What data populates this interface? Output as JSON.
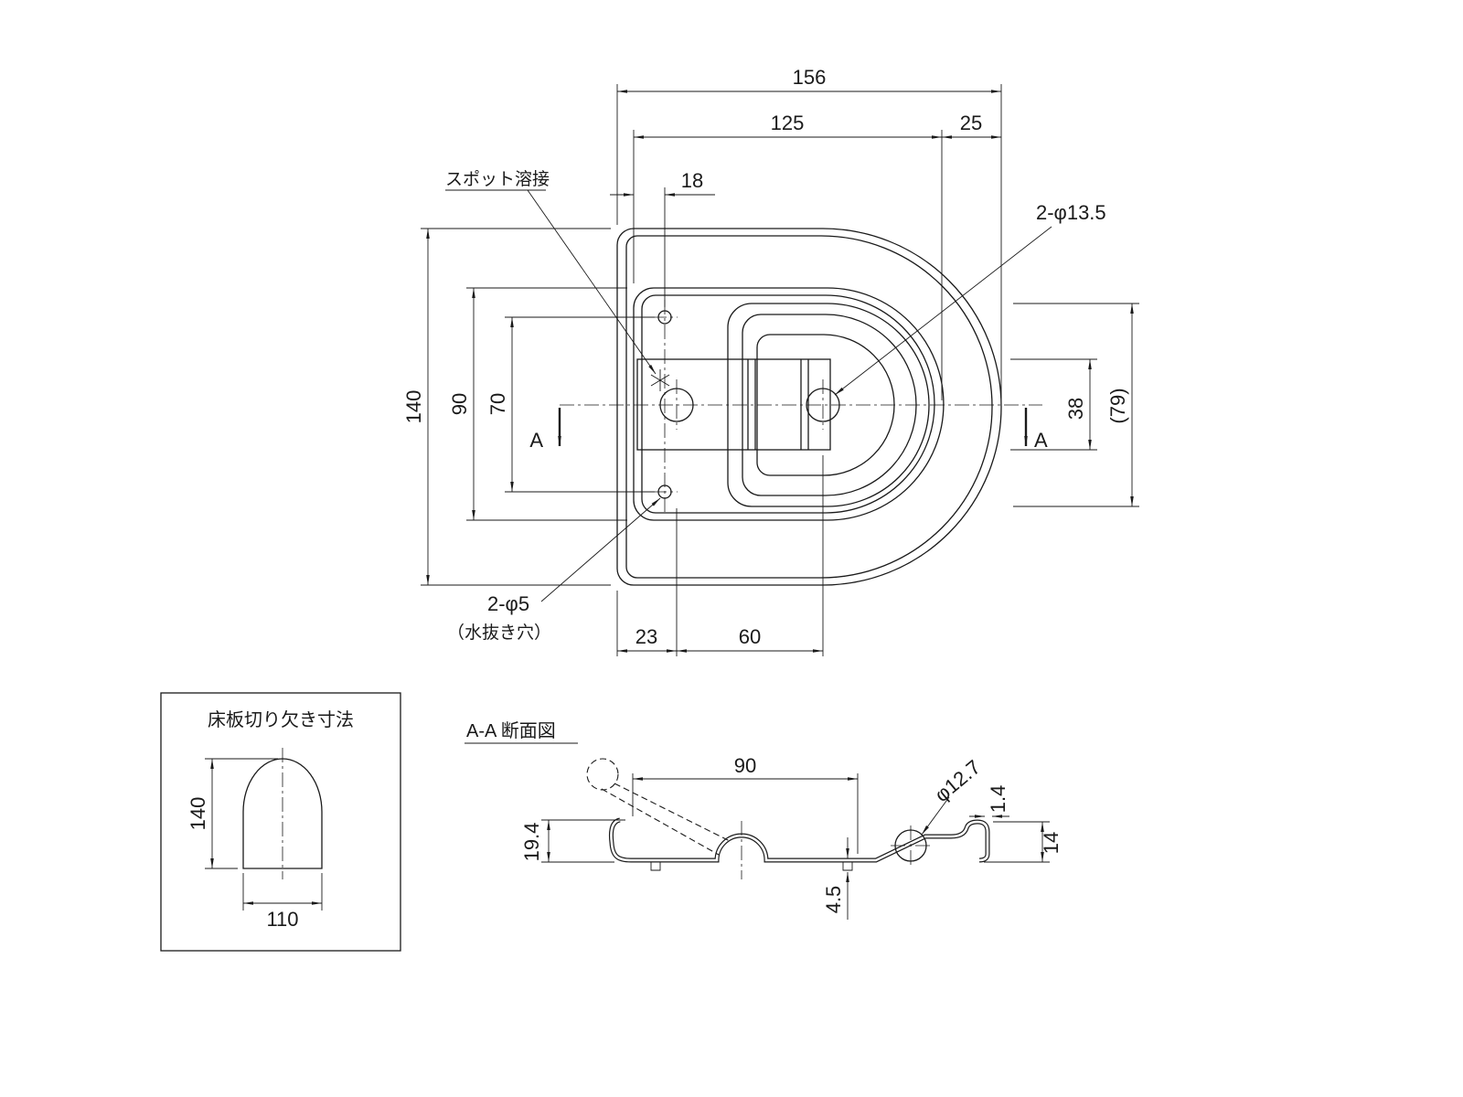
{
  "labels": {
    "spot_weld": "スポット溶接",
    "holes_large": "2-φ13.5",
    "holes_small": "2-φ5",
    "drain_note": "（水抜き穴）",
    "cutout_title": "床板切り欠き寸法",
    "section_title": "A-A 断面図",
    "section_marker": "A"
  },
  "dims": {
    "overall_width": "156",
    "inner_width": "125",
    "right_offset": "25",
    "weld_offset": "18",
    "overall_height": "140",
    "pan_height": "90",
    "drain_spacing": "70",
    "bracket_height": "38",
    "ring_height_ref": "(79)",
    "hole_offset_left": "23",
    "hole_spacing": "60",
    "cutout_height": "140",
    "cutout_width": "110",
    "section_opening": "90",
    "recess_depth": "19.4",
    "plate_step": "4.5",
    "ring_bar_dia": "φ12.7",
    "lip_thickness": "1.4",
    "lip_height": "14"
  }
}
